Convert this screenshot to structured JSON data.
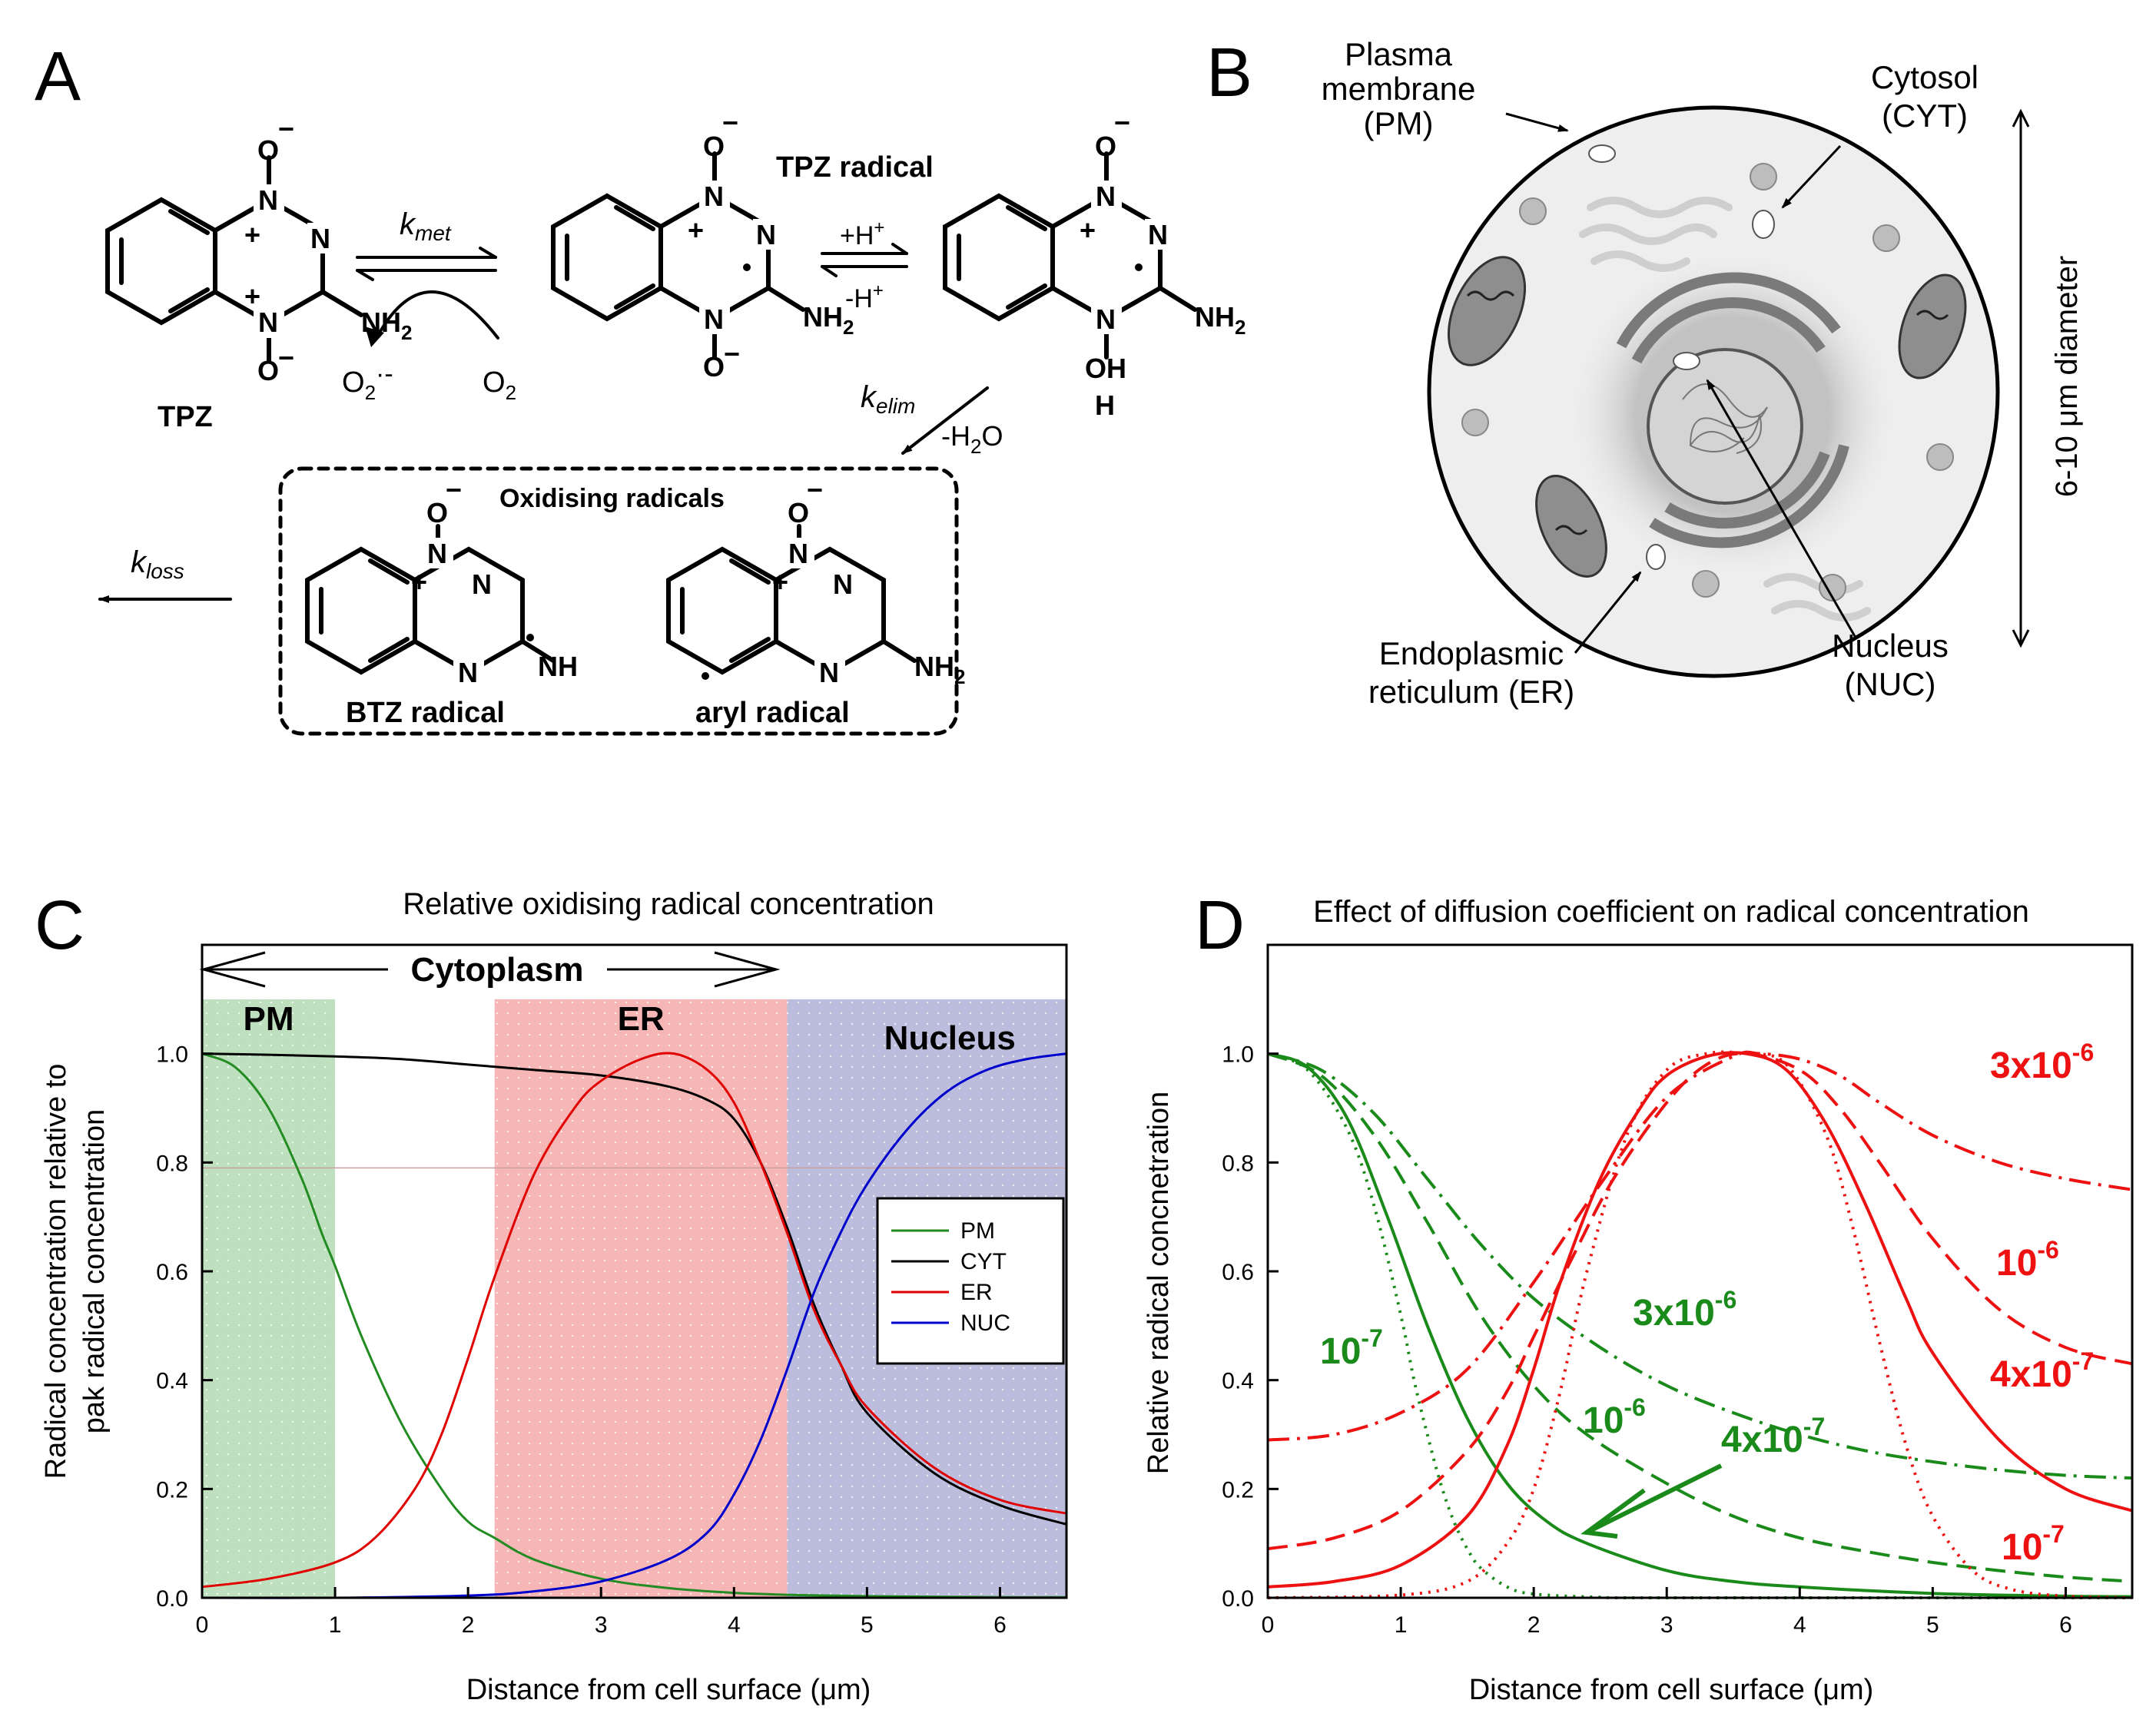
{
  "panels": {
    "A": {
      "letter": "A",
      "tpz": "TPZ",
      "kmet": "k",
      "kmet_sub": "met",
      "o2_product": "O",
      "o2_product_sub": "2",
      "o2_product_sup": "·-",
      "o2_reactant": "O",
      "o2_reactant_sub": "2",
      "tpz_radical": "TPZ radical",
      "plus_h": "+H",
      "minus_h": "-H",
      "h_sup": "+",
      "kelim": "k",
      "kelim_sub": "elim",
      "minus_h2o": "-H",
      "minus_h2o_sub": "2",
      "minus_h2o_tail": "O",
      "oxidising": "Oxidising radicals",
      "kloss": "k",
      "kloss_sub": "loss",
      "btz": "BTZ radical",
      "aryl": "aryl radical",
      "atoms": {
        "O": "O",
        "N": "N",
        "NH2": "NH",
        "sub2": "2",
        "OH": "OH",
        "H": "H",
        "NH": "NH",
        "minus": "−",
        "plus": "+"
      }
    },
    "B": {
      "letter": "B",
      "pm": [
        "Plasma",
        "membrane",
        "(PM)"
      ],
      "cyt": [
        "Cytosol",
        "(CYT)"
      ],
      "er": [
        "Endoplasmic",
        "reticulum (ER)"
      ],
      "nuc": [
        "Nucleus",
        "(NUC)"
      ],
      "diameter": "6-10 μm diameter"
    }
  },
  "chart_data": [
    {
      "panel": "C",
      "type": "line",
      "title": "Relative oxidising radical concentration",
      "xlabel": "Distance from cell surface (μm)",
      "ylabel": [
        "Radical concentration relative to",
        "pak radical concentration"
      ],
      "xlim": [
        0,
        6.5
      ],
      "ylim": [
        0,
        1.2
      ],
      "xticks": [
        "0",
        "1",
        "2",
        "3",
        "4",
        "5",
        "6"
      ],
      "yticks": [
        "0.0",
        "0.2",
        "0.4",
        "0.6",
        "0.8",
        "1.0"
      ],
      "regions": [
        {
          "label": "PM",
          "x": [
            0,
            1
          ],
          "color": "#bfe0bf"
        },
        {
          "label": "ER",
          "x": [
            2.2,
            4.4
          ],
          "color": "#f7b6b6"
        },
        {
          "label": "Nucleus",
          "x": [
            4.4,
            6.5
          ],
          "color": "#bcbcdc"
        }
      ],
      "cytoplasm_label": "Cytoplasm",
      "cytoplasm_span": [
        0,
        4.3
      ],
      "legend": "right",
      "series": [
        {
          "name": "PM",
          "color": "#228b22",
          "x": [
            0,
            0.25,
            0.5,
            0.75,
            0.9,
            1.0,
            1.2,
            1.5,
            1.8,
            2.0,
            2.2,
            2.5,
            3.0,
            3.5,
            4.0,
            4.5,
            5.0,
            5.5,
            6.0,
            6.5
          ],
          "y": [
            1.0,
            0.975,
            0.9,
            0.77,
            0.67,
            0.61,
            0.48,
            0.32,
            0.2,
            0.14,
            0.11,
            0.07,
            0.035,
            0.018,
            0.009,
            0.005,
            0.003,
            0.002,
            0.001,
            0.001
          ]
        },
        {
          "name": "CYT",
          "color": "#000000",
          "x": [
            0,
            0.5,
            1.0,
            1.5,
            2.0,
            2.5,
            3.0,
            3.5,
            3.8,
            4.0,
            4.2,
            4.4,
            4.6,
            4.8,
            5.0,
            5.5,
            6.0,
            6.5
          ],
          "y": [
            1.0,
            0.998,
            0.995,
            0.99,
            0.98,
            0.97,
            0.96,
            0.94,
            0.915,
            0.88,
            0.8,
            0.68,
            0.54,
            0.43,
            0.34,
            0.23,
            0.17,
            0.135
          ]
        },
        {
          "name": "ER",
          "color": "#e00000",
          "x": [
            0,
            0.5,
            1.0,
            1.3,
            1.6,
            1.8,
            2.0,
            2.2,
            2.5,
            2.8,
            3.0,
            3.3,
            3.55,
            3.8,
            4.0,
            4.2,
            4.4,
            4.6,
            4.8,
            5.0,
            5.5,
            6.0,
            6.5
          ],
          "y": [
            0.02,
            0.035,
            0.065,
            0.11,
            0.2,
            0.3,
            0.44,
            0.59,
            0.78,
            0.9,
            0.95,
            0.99,
            1.0,
            0.97,
            0.91,
            0.8,
            0.67,
            0.53,
            0.43,
            0.35,
            0.24,
            0.18,
            0.155
          ]
        },
        {
          "name": "NUC",
          "color": "#0000cc",
          "x": [
            0,
            1.0,
            2.0,
            2.5,
            3.0,
            3.5,
            3.8,
            4.0,
            4.2,
            4.4,
            4.6,
            4.8,
            5.0,
            5.3,
            5.6,
            5.9,
            6.2,
            6.5
          ],
          "y": [
            0,
            0.0,
            0.004,
            0.012,
            0.03,
            0.07,
            0.12,
            0.19,
            0.29,
            0.42,
            0.56,
            0.67,
            0.76,
            0.86,
            0.93,
            0.97,
            0.99,
            1.0
          ]
        }
      ]
    },
    {
      "panel": "D",
      "type": "line",
      "title": "Effect of diffusion coefficient on radical concentration",
      "xlabel": "Distance from cell surface (μm)",
      "ylabel": "Relative radical concnetration",
      "xlim": [
        0,
        6.5
      ],
      "ylim": [
        0,
        1.2
      ],
      "xticks": [
        "0",
        "1",
        "2",
        "3",
        "4",
        "5",
        "6"
      ],
      "yticks": [
        "0.0",
        "0.2",
        "0.4",
        "0.6",
        "0.8",
        "1.0"
      ],
      "series_labels": [
        {
          "base": "10",
          "exp": "-7",
          "color": "#1a8a1a"
        },
        {
          "base": "10",
          "exp": "-6",
          "color": "#1a8a1a"
        },
        {
          "base": "4x10",
          "exp": "-7",
          "color": "#1a8a1a"
        },
        {
          "base": "3x10",
          "exp": "-6",
          "color": "#1a8a1a"
        },
        {
          "base": "3x10",
          "exp": "-6",
          "color": "#ee1111"
        },
        {
          "base": "10",
          "exp": "-6",
          "color": "#ee1111"
        },
        {
          "base": "4x10",
          "exp": "-7",
          "color": "#ee1111"
        },
        {
          "base": "10",
          "exp": "-7",
          "color": "#ee1111"
        }
      ],
      "series": [
        {
          "color": "#1a8a1a",
          "dash": "dotted",
          "x": [
            0,
            0.3,
            0.6,
            0.8,
            1.0,
            1.1,
            1.2,
            1.3,
            1.4,
            1.5,
            1.6,
            1.8,
            2.0,
            2.5,
            3.0,
            6.5
          ],
          "y": [
            1.0,
            0.97,
            0.86,
            0.72,
            0.52,
            0.4,
            0.3,
            0.21,
            0.14,
            0.09,
            0.055,
            0.02,
            0.007,
            0.001,
            0,
            0
          ]
        },
        {
          "color": "#1a8a1a",
          "dash": "solid",
          "x": [
            0,
            0.3,
            0.6,
            0.9,
            1.2,
            1.5,
            1.8,
            2.1,
            2.4,
            3.0,
            3.5,
            4.0,
            5.0,
            6.0,
            6.5
          ],
          "y": [
            1.0,
            0.975,
            0.88,
            0.7,
            0.5,
            0.33,
            0.21,
            0.14,
            0.1,
            0.05,
            0.03,
            0.02,
            0.008,
            0.003,
            0.002
          ]
        },
        {
          "color": "#1a8a1a",
          "dash": "dashed",
          "x": [
            0,
            0.4,
            0.8,
            1.2,
            1.6,
            2.0,
            2.4,
            3.0,
            3.5,
            4.0,
            4.5,
            5.0,
            5.5,
            6.0,
            6.5
          ],
          "y": [
            1.0,
            0.96,
            0.85,
            0.69,
            0.52,
            0.39,
            0.3,
            0.21,
            0.15,
            0.11,
            0.085,
            0.065,
            0.05,
            0.038,
            0.03
          ]
        },
        {
          "color": "#1a8a1a",
          "dash": "dashdot",
          "x": [
            0,
            0.4,
            0.8,
            1.2,
            1.6,
            2.0,
            2.5,
            3.0,
            3.5,
            4.0,
            4.5,
            5.0,
            5.5,
            6.0,
            6.5
          ],
          "y": [
            1.0,
            0.97,
            0.89,
            0.77,
            0.65,
            0.55,
            0.46,
            0.39,
            0.34,
            0.3,
            0.27,
            0.25,
            0.235,
            0.225,
            0.22
          ]
        },
        {
          "color": "#ee1111",
          "dash": "dashdot",
          "x": [
            0,
            0.5,
            1.0,
            1.5,
            2.0,
            2.5,
            3.0,
            3.5,
            3.7,
            4.0,
            4.3,
            4.6,
            5.0,
            5.5,
            6.0,
            6.5
          ],
          "y": [
            0.29,
            0.3,
            0.34,
            0.42,
            0.58,
            0.76,
            0.92,
            0.995,
            1.0,
            0.99,
            0.96,
            0.91,
            0.85,
            0.8,
            0.77,
            0.75
          ]
        },
        {
          "color": "#ee1111",
          "dash": "dashed",
          "x": [
            0,
            0.5,
            1.0,
            1.5,
            1.8,
            2.0,
            2.3,
            2.6,
            3.0,
            3.3,
            3.6,
            4.0,
            4.3,
            4.6,
            5.0,
            5.5,
            6.0,
            6.5
          ],
          "y": [
            0.09,
            0.11,
            0.16,
            0.27,
            0.38,
            0.48,
            0.63,
            0.77,
            0.91,
            0.98,
            1.0,
            0.97,
            0.9,
            0.8,
            0.66,
            0.53,
            0.46,
            0.43
          ]
        },
        {
          "color": "#ee1111",
          "dash": "solid",
          "x": [
            0,
            0.5,
            1.0,
            1.5,
            1.8,
            2.0,
            2.2,
            2.5,
            2.8,
            3.0,
            3.3,
            3.6,
            3.9,
            4.2,
            4.5,
            4.8,
            5.0,
            5.5,
            6.0,
            6.5
          ],
          "y": [
            0.02,
            0.03,
            0.06,
            0.15,
            0.28,
            0.42,
            0.58,
            0.77,
            0.9,
            0.96,
            0.995,
            1.0,
            0.97,
            0.87,
            0.72,
            0.55,
            0.45,
            0.29,
            0.2,
            0.16
          ]
        },
        {
          "color": "#ee1111",
          "dash": "dotted",
          "x": [
            0,
            1.0,
            1.5,
            1.8,
            2.0,
            2.2,
            2.4,
            2.7,
            3.0,
            3.3,
            3.6,
            3.9,
            4.2,
            4.4,
            4.6,
            4.8,
            5.0,
            5.3,
            5.6,
            6.0,
            6.5
          ],
          "y": [
            0.0,
            0.005,
            0.03,
            0.1,
            0.2,
            0.38,
            0.6,
            0.85,
            0.97,
            1.0,
            1.0,
            0.98,
            0.85,
            0.68,
            0.47,
            0.28,
            0.15,
            0.05,
            0.015,
            0.003,
            0
          ]
        }
      ]
    }
  ]
}
